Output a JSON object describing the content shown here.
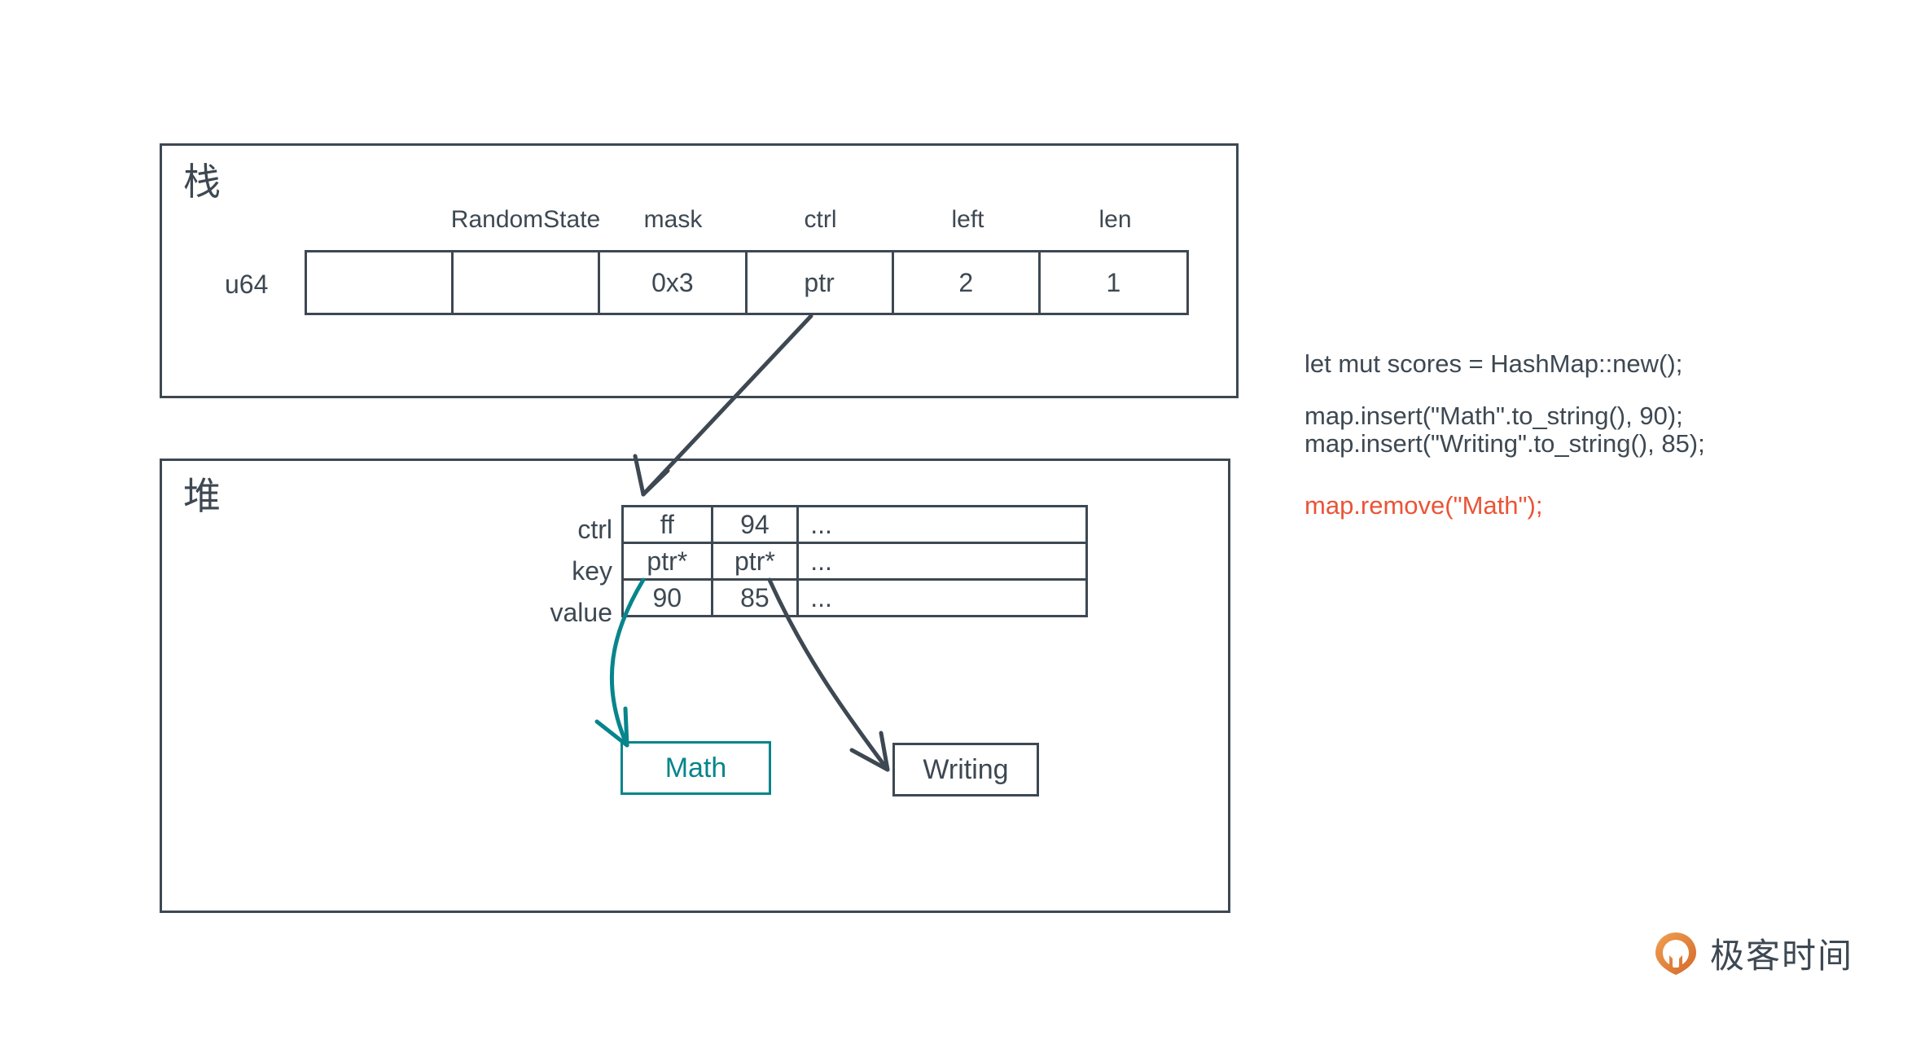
{
  "stack": {
    "region_label": "栈",
    "type_label": "u64",
    "headers": [
      "",
      "RandomState",
      "mask",
      "ctrl",
      "left",
      "len"
    ],
    "cells": [
      {
        "text": "",
        "accent": false
      },
      {
        "text": "",
        "accent": false
      },
      {
        "text": "0x3",
        "accent": false
      },
      {
        "text": "ptr",
        "accent": false
      },
      {
        "text": "2",
        "accent": true
      },
      {
        "text": "1",
        "accent": true
      }
    ]
  },
  "heap": {
    "region_label": "堆",
    "row_labels": [
      "ctrl",
      "key",
      "value"
    ],
    "rows": [
      {
        "label": "ctrl",
        "cells": [
          {
            "text": "ff",
            "accent": true
          },
          {
            "text": "94",
            "accent": false
          },
          {
            "text": "...",
            "accent": false
          }
        ]
      },
      {
        "label": "key",
        "cells": [
          {
            "text": "ptr*",
            "accent": false
          },
          {
            "text": "ptr*",
            "accent": false
          },
          {
            "text": "...",
            "accent": false
          }
        ]
      },
      {
        "label": "value",
        "cells": [
          {
            "text": "90",
            "accent": false
          },
          {
            "text": "85",
            "accent": false
          },
          {
            "text": "...",
            "accent": false
          }
        ]
      }
    ],
    "value_boxes": [
      {
        "name": "math",
        "text": "Math",
        "highlight": true
      },
      {
        "name": "writing",
        "text": "Writing",
        "highlight": false
      }
    ]
  },
  "code": {
    "lines": [
      {
        "text": "let mut scores = HashMap::new();",
        "accent": false
      },
      {
        "text": "map.insert(\"Math\".to_string(), 90);",
        "accent": false
      },
      {
        "text": "map.insert(\"Writing\".to_string(), 85);",
        "accent": false
      },
      {
        "text": "map.remove(\"Math\");",
        "accent": true
      }
    ]
  },
  "brand": {
    "text": "极客时间"
  },
  "colors": {
    "ink": "#3d4852",
    "accent": "#ea5436",
    "highlight": "#07858c",
    "brand_orange": "#e8833f"
  }
}
